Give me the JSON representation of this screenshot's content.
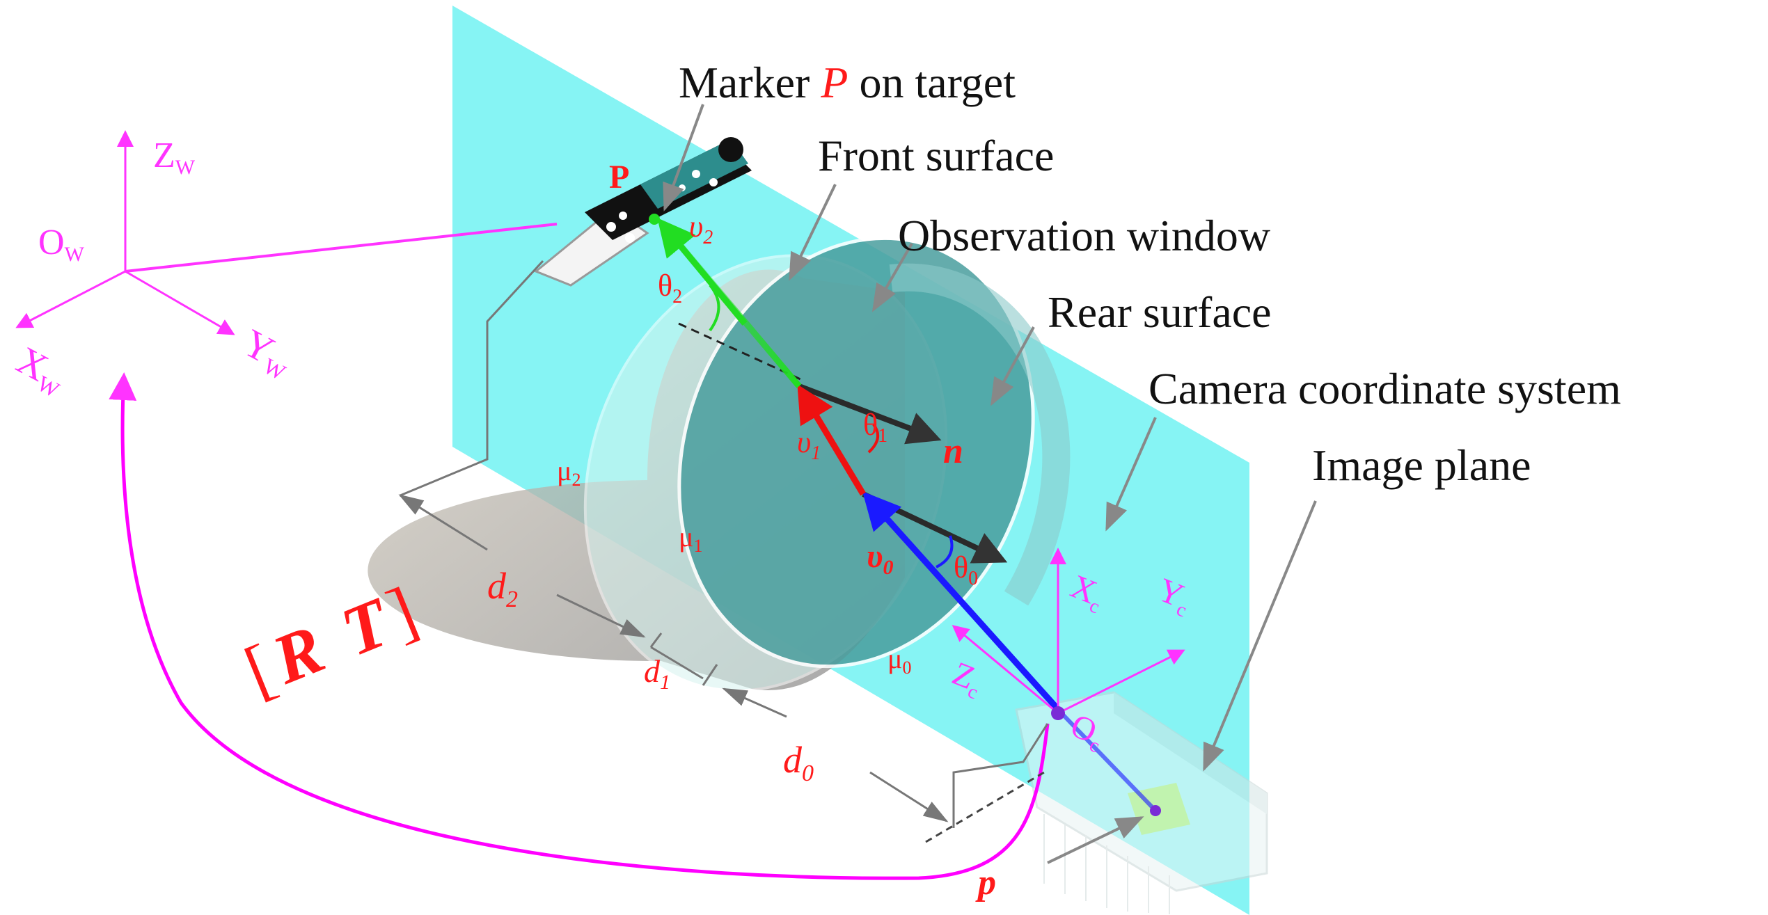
{
  "labels": {
    "marker_pre": "Marker ",
    "marker_p": "P",
    "marker_post": " on target",
    "front_surface": "Front surface",
    "observation_window": "Observation window",
    "rear_surface": "Rear surface",
    "camera_cs": "Camera coordinate system",
    "image_plane": "Image plane"
  },
  "symbols": {
    "P": "P",
    "p": "p",
    "n": "n",
    "v": "υ",
    "theta": "θ",
    "mu": "μ",
    "d": "d",
    "sub0": "0",
    "sub1": "1",
    "sub2": "2",
    "RT_open": "[",
    "RT_R": "R",
    "RT_T": "T",
    "RT_close": "]"
  },
  "world_axes": {
    "origin": "O",
    "x": "X",
    "y": "Y",
    "z": "Z",
    "sub": "W"
  },
  "camera_axes": {
    "origin": "O",
    "x": "X",
    "y": "Y",
    "z": "Z",
    "sub": "c"
  },
  "colors": {
    "plane": "#7ff3f3",
    "window": "#4a9e9e",
    "world_axes": "#ff33ff",
    "v0": "#1a1aff",
    "v1": "#ee1111",
    "v2": "#22dd22",
    "normal": "#333333",
    "text": "#111111",
    "red_text": "#ff1a1a",
    "callout": "#888888"
  }
}
